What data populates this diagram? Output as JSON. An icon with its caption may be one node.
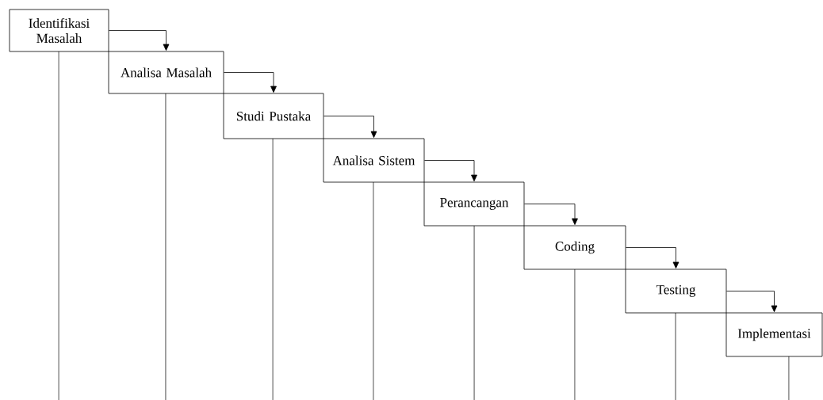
{
  "diagram": {
    "nodes": [
      {
        "text": [
          "Identifikasi Masalah"
        ]
      },
      {
        "text": [
          "Analisa Masalah"
        ]
      },
      {
        "text": [
          "Studi Pustaka"
        ]
      },
      {
        "text": [
          "Analisa Sistem"
        ]
      },
      {
        "text": [
          "Perancangan"
        ]
      },
      {
        "text": [
          "Coding"
        ]
      },
      {
        "text": [
          "Testing"
        ]
      },
      {
        "text": [
          "Implementasi"
        ]
      }
    ],
    "edges": [
      {
        "from": 0,
        "to": 1,
        "arrow": "to"
      },
      {
        "from": 1,
        "to": 2,
        "arrow": "to"
      },
      {
        "from": 2,
        "to": 3,
        "arrow": "to"
      },
      {
        "from": 3,
        "to": 4,
        "arrow": "to"
      },
      {
        "from": 4,
        "to": 5,
        "arrow": "to"
      },
      {
        "from": 5,
        "to": 6,
        "arrow": "to"
      },
      {
        "from": 6,
        "to": 7,
        "arrow": "to"
      }
    ]
  }
}
